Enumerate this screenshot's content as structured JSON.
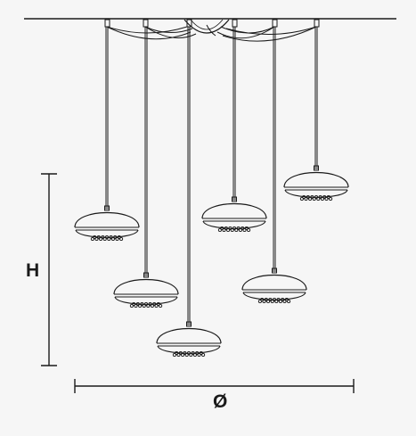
{
  "dimensions": {
    "height_label": "H",
    "diameter_label": "Ø"
  },
  "colors": {
    "background": "#f6f6f6",
    "line": "#1a1a1a"
  },
  "pendant_count": 6
}
